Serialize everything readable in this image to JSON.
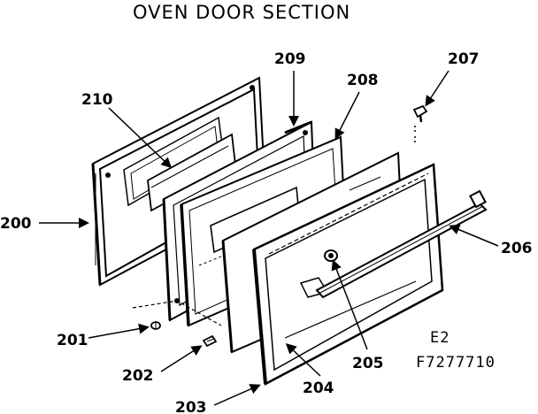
{
  "diagram": {
    "title": "OVEN DOOR SECTION",
    "parts": [
      {
        "id": "200"
      },
      {
        "id": "201"
      },
      {
        "id": "202"
      },
      {
        "id": "203"
      },
      {
        "id": "204"
      },
      {
        "id": "205"
      },
      {
        "id": "206"
      },
      {
        "id": "207"
      },
      {
        "id": "208"
      },
      {
        "id": "209"
      },
      {
        "id": "210"
      }
    ],
    "model_codes": [
      "E2",
      "F7277710"
    ]
  }
}
